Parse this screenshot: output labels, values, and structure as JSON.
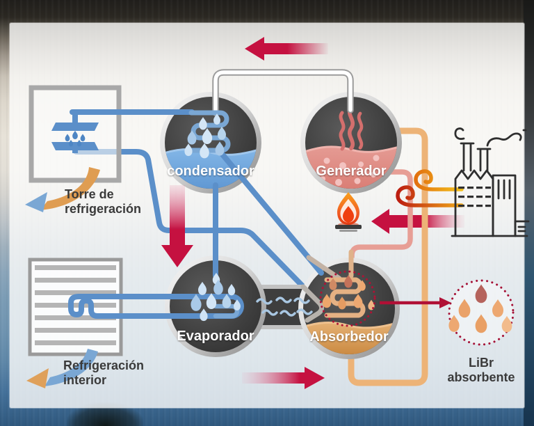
{
  "vessels": {
    "condenser": {
      "label": "condensador"
    },
    "generator": {
      "label": "Generador"
    },
    "evaporator": {
      "label": "Evaporador"
    },
    "absorber": {
      "label": "Absorbedor"
    }
  },
  "side_labels": {
    "cooling_tower": "Torre de refrigeración",
    "interior_cooling": "Refrigeración interior",
    "libr_absorbent": "LiBr absorbente"
  },
  "icons": {
    "flame": "flame-icon",
    "burner": "burner-icon",
    "factory": "factory-icon",
    "wind_swirl": "wind-swirl-icon",
    "water_drop": "water-drop-icon",
    "steam": "steam-icon",
    "heat_exchanger": "heat-exchanger-icon",
    "radiator": "radiator-icon",
    "curved_arrow": "curved-arrow-icon",
    "dotted_circle": "dotted-circle-icon",
    "flow_arrow": "flow-arrow-icon"
  },
  "colors": {
    "arrow_red": "#c51140",
    "accent_crimson": "#b01035",
    "pipe_blue": "#5b8fc9",
    "pipe_orange": "#edb377",
    "pipe_salmon": "#e79e95",
    "vessel_dark": "#3a3a3a",
    "liquid_blue": "#6aa3dc",
    "liquid_red": "#dd8781",
    "liquid_amber": "#d89a52",
    "drop_light_blue": "#cfe3f5",
    "drop_orange": "#eda871",
    "swoosh_orange": "#df9d52",
    "swoosh_blue": "#7aa7d4"
  }
}
